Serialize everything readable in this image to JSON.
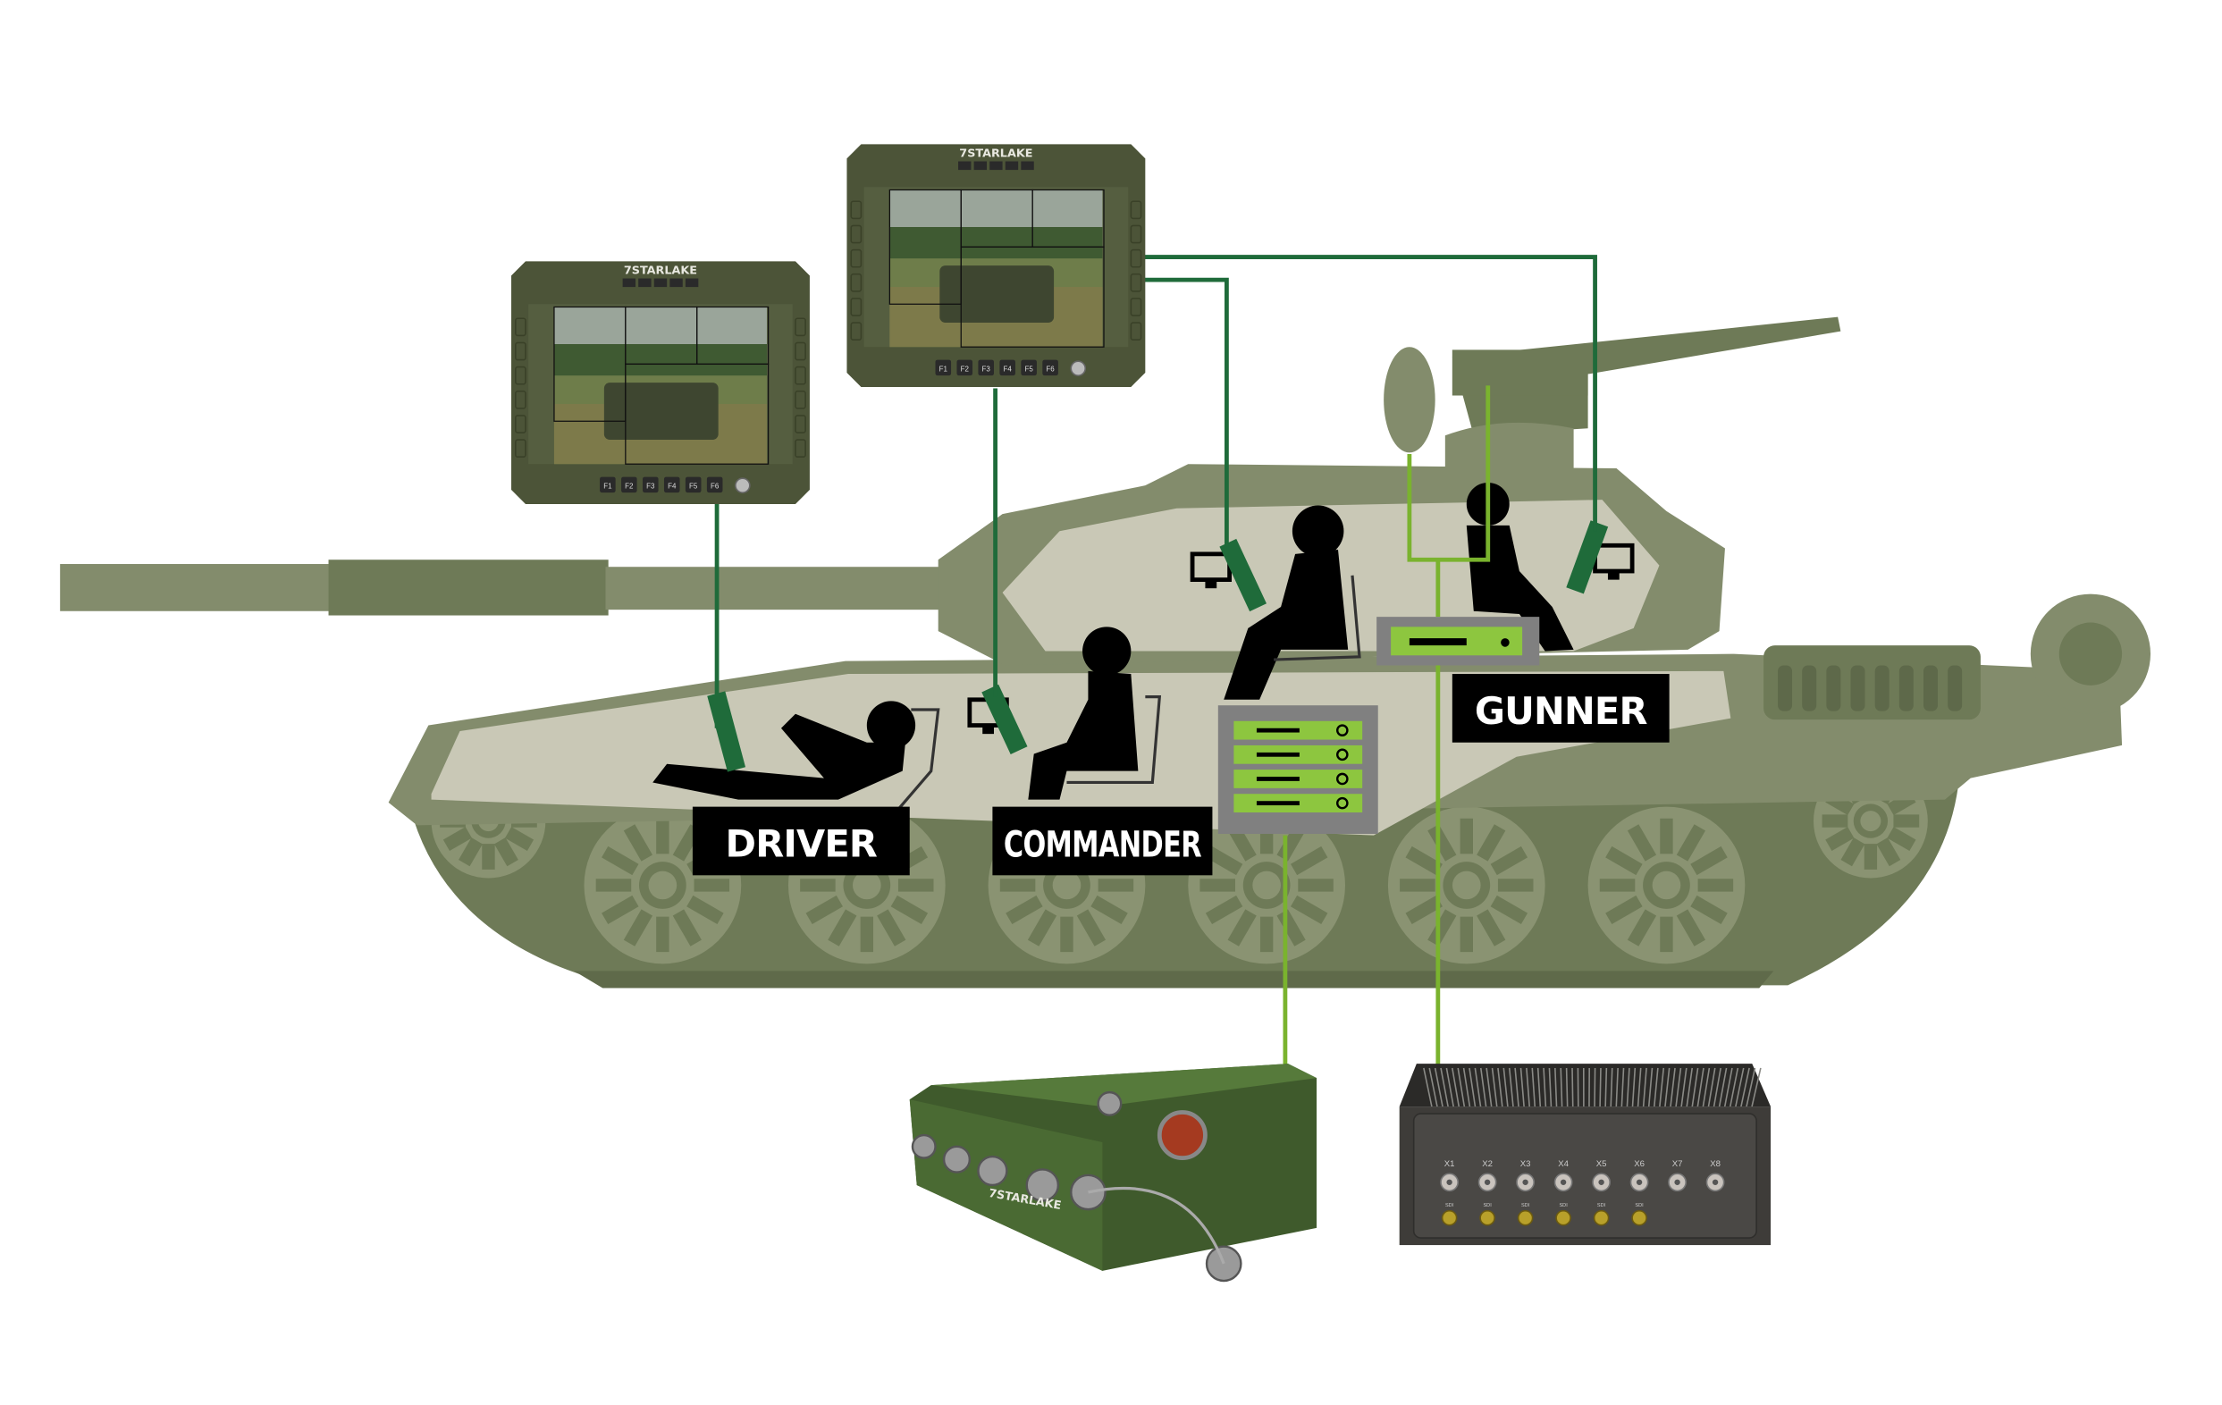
{
  "diagram": {
    "crew_labels": {
      "driver": "DRIVER",
      "commander": "COMMANDER",
      "gunner": "GUNNER"
    },
    "monitors": [
      {
        "brand": "7STARLAKE",
        "function_keys": [
          "F1",
          "F2",
          "F3",
          "F4",
          "F5",
          "F6"
        ]
      },
      {
        "brand": "7STARLAKE",
        "function_keys": [
          "F1",
          "F2",
          "F3",
          "F4",
          "F5",
          "F6"
        ]
      }
    ],
    "rugged_computer": {
      "brand": "7STARLAKE"
    },
    "video_box": {
      "ports": [
        "X1",
        "X2",
        "X3",
        "X4",
        "X5",
        "X6",
        "X7",
        "X8"
      ],
      "sdi_label": "SDI",
      "sdi_count": 6
    },
    "colors": {
      "tank_dark": "#6e7a57",
      "tank_mid": "#838c6c",
      "interior": "#c9c8b6",
      "display_link": "#1f6b3a",
      "network_link": "#7ab32e",
      "label_bg": "#000000"
    }
  }
}
